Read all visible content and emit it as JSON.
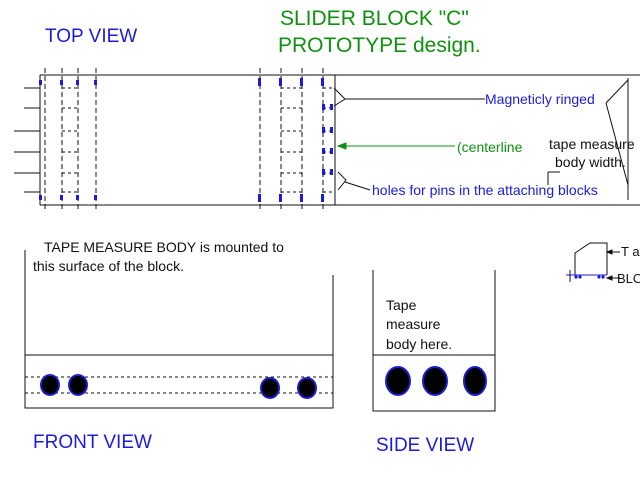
{
  "title": {
    "line1": "SLIDER BLOCK  \"C\"",
    "line2": "PROTOTYPE design."
  },
  "views": {
    "top": "TOP  VIEW",
    "front": "FRONT  VIEW",
    "side": "SIDE VIEW"
  },
  "callouts": {
    "ringed": "Magneticly ringed",
    "centerline": "centerline",
    "tape_line1": "tape measure",
    "tape_line2": "body width.",
    "holes": "holes for pins in the attaching blocks"
  },
  "front_note": {
    "line1": "TAPE MEASURE BODY is mounted to",
    "line2": "this surface of the block."
  },
  "side_note": {
    "line1": "Tape",
    "line2": "measure",
    "line3": "body here."
  },
  "thumb": {
    "label_top": "T a",
    "label_bot": "BLO"
  },
  "colors": {
    "blue": "#1c1cd6",
    "green": "#109010",
    "black": "#111111"
  }
}
